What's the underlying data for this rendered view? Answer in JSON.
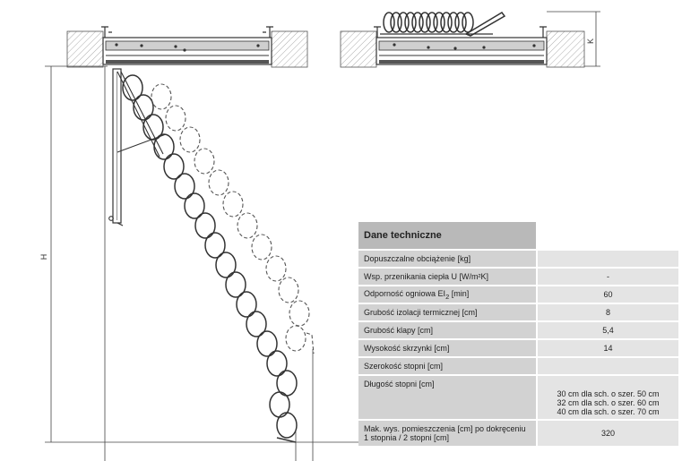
{
  "drawing": {
    "height_label": "H",
    "k_label": "K"
  },
  "table": {
    "title": "Dane techniczne",
    "rows": [
      {
        "label": "Dopuszczalne obciążenie [kg]",
        "value": ""
      },
      {
        "label": "Wsp. przenikania ciepła U [W/m²K]",
        "value": "-"
      },
      {
        "label": "Odporność ogniowa EI",
        "label_sub": "2",
        "label_suffix": " [min]",
        "value": "60"
      },
      {
        "label": "Grubość izolacji termicznej [cm]",
        "value": "8"
      },
      {
        "label": "Grubość klapy [cm]",
        "value": "5,4"
      },
      {
        "label": "Wysokość skrzynki [cm]",
        "value": "14"
      },
      {
        "label": "Szerokość stopni [cm]",
        "value": ""
      },
      {
        "label": "Długość stopni [cm]",
        "value_lines": [
          "30 cm dla sch. o szer. 50 cm",
          "32 cm dla sch. o szer. 60 cm",
          "40 cm dla sch. o szer. 70 cm"
        ]
      },
      {
        "label_lines": [
          "Mak. wys. pomieszczenia [cm] po dokręceniu",
          "1 stopnia / 2 stopni [cm]"
        ],
        "value": "320"
      }
    ]
  }
}
